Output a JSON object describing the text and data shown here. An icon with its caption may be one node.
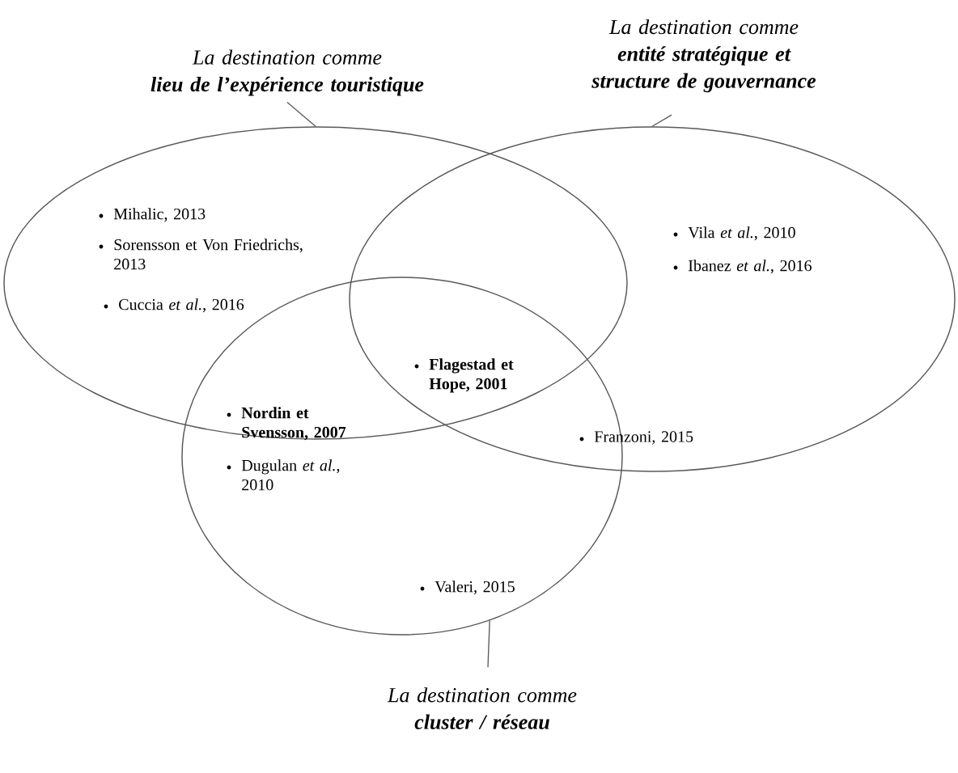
{
  "diagram": {
    "nodes": [
      {
        "text": [],
        "shape": "ellipse"
      },
      {
        "text": [],
        "shape": "ellipse"
      },
      {
        "text": [],
        "shape": "ellipse"
      },
      {
        "text": [
          "La destination comme",
          "lieu de l’expérience touristique"
        ]
      },
      {
        "text": [
          "La destination comme",
          "entité stratégique et structure de gouvernance"
        ]
      },
      {
        "text": [
          "La destination comme",
          "cluster / réseau"
        ]
      }
    ],
    "edges": [
      {
        "from": 3,
        "to": 0,
        "arrow": "none"
      },
      {
        "from": 4,
        "to": 1,
        "arrow": "none"
      },
      {
        "from": 5,
        "to": 2,
        "arrow": "none"
      }
    ],
    "labels": [
      "Mihalic, 2013",
      "Sorensson et Von Friedrichs, 2013",
      "Cuccia *et al.*, 2016",
      "Vila *et al.*, 2010",
      "Ibanez *et al.*, 2016",
      "Flagestad et Hope, 2001",
      "Nordin et Svensson, 2007",
      "Dugulan *et al.*, 2010",
      "Franzoni, 2015",
      "Valeri, 2015"
    ]
  }
}
